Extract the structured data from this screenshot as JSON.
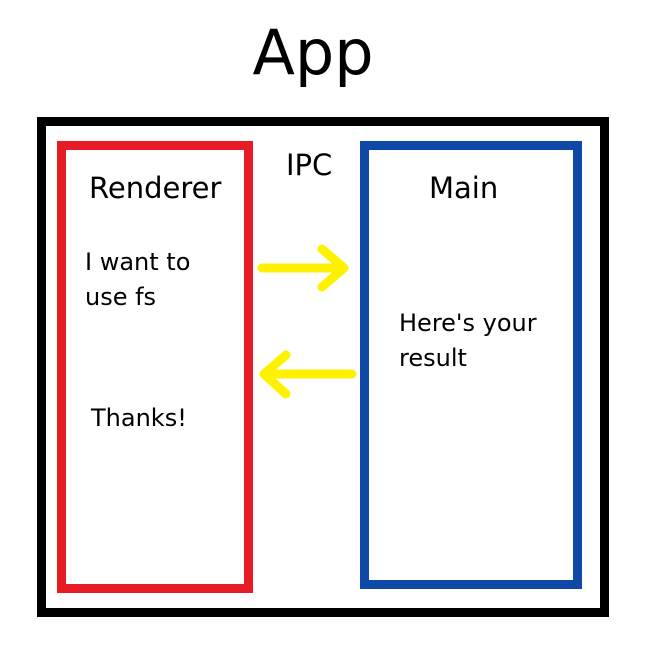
{
  "diagram": {
    "title": "App",
    "channel_label": "IPC",
    "renderer": {
      "label": "Renderer",
      "request_line1": "I want to",
      "request_line2": "use fs",
      "reply": "Thanks!"
    },
    "main": {
      "label": "Main",
      "response_line1": "Here's your",
      "response_line2": "result"
    }
  },
  "colors": {
    "renderer_border": "#e81c24",
    "main_border": "#0f49a8",
    "app_border": "#000000",
    "arrow": "#fff200"
  }
}
